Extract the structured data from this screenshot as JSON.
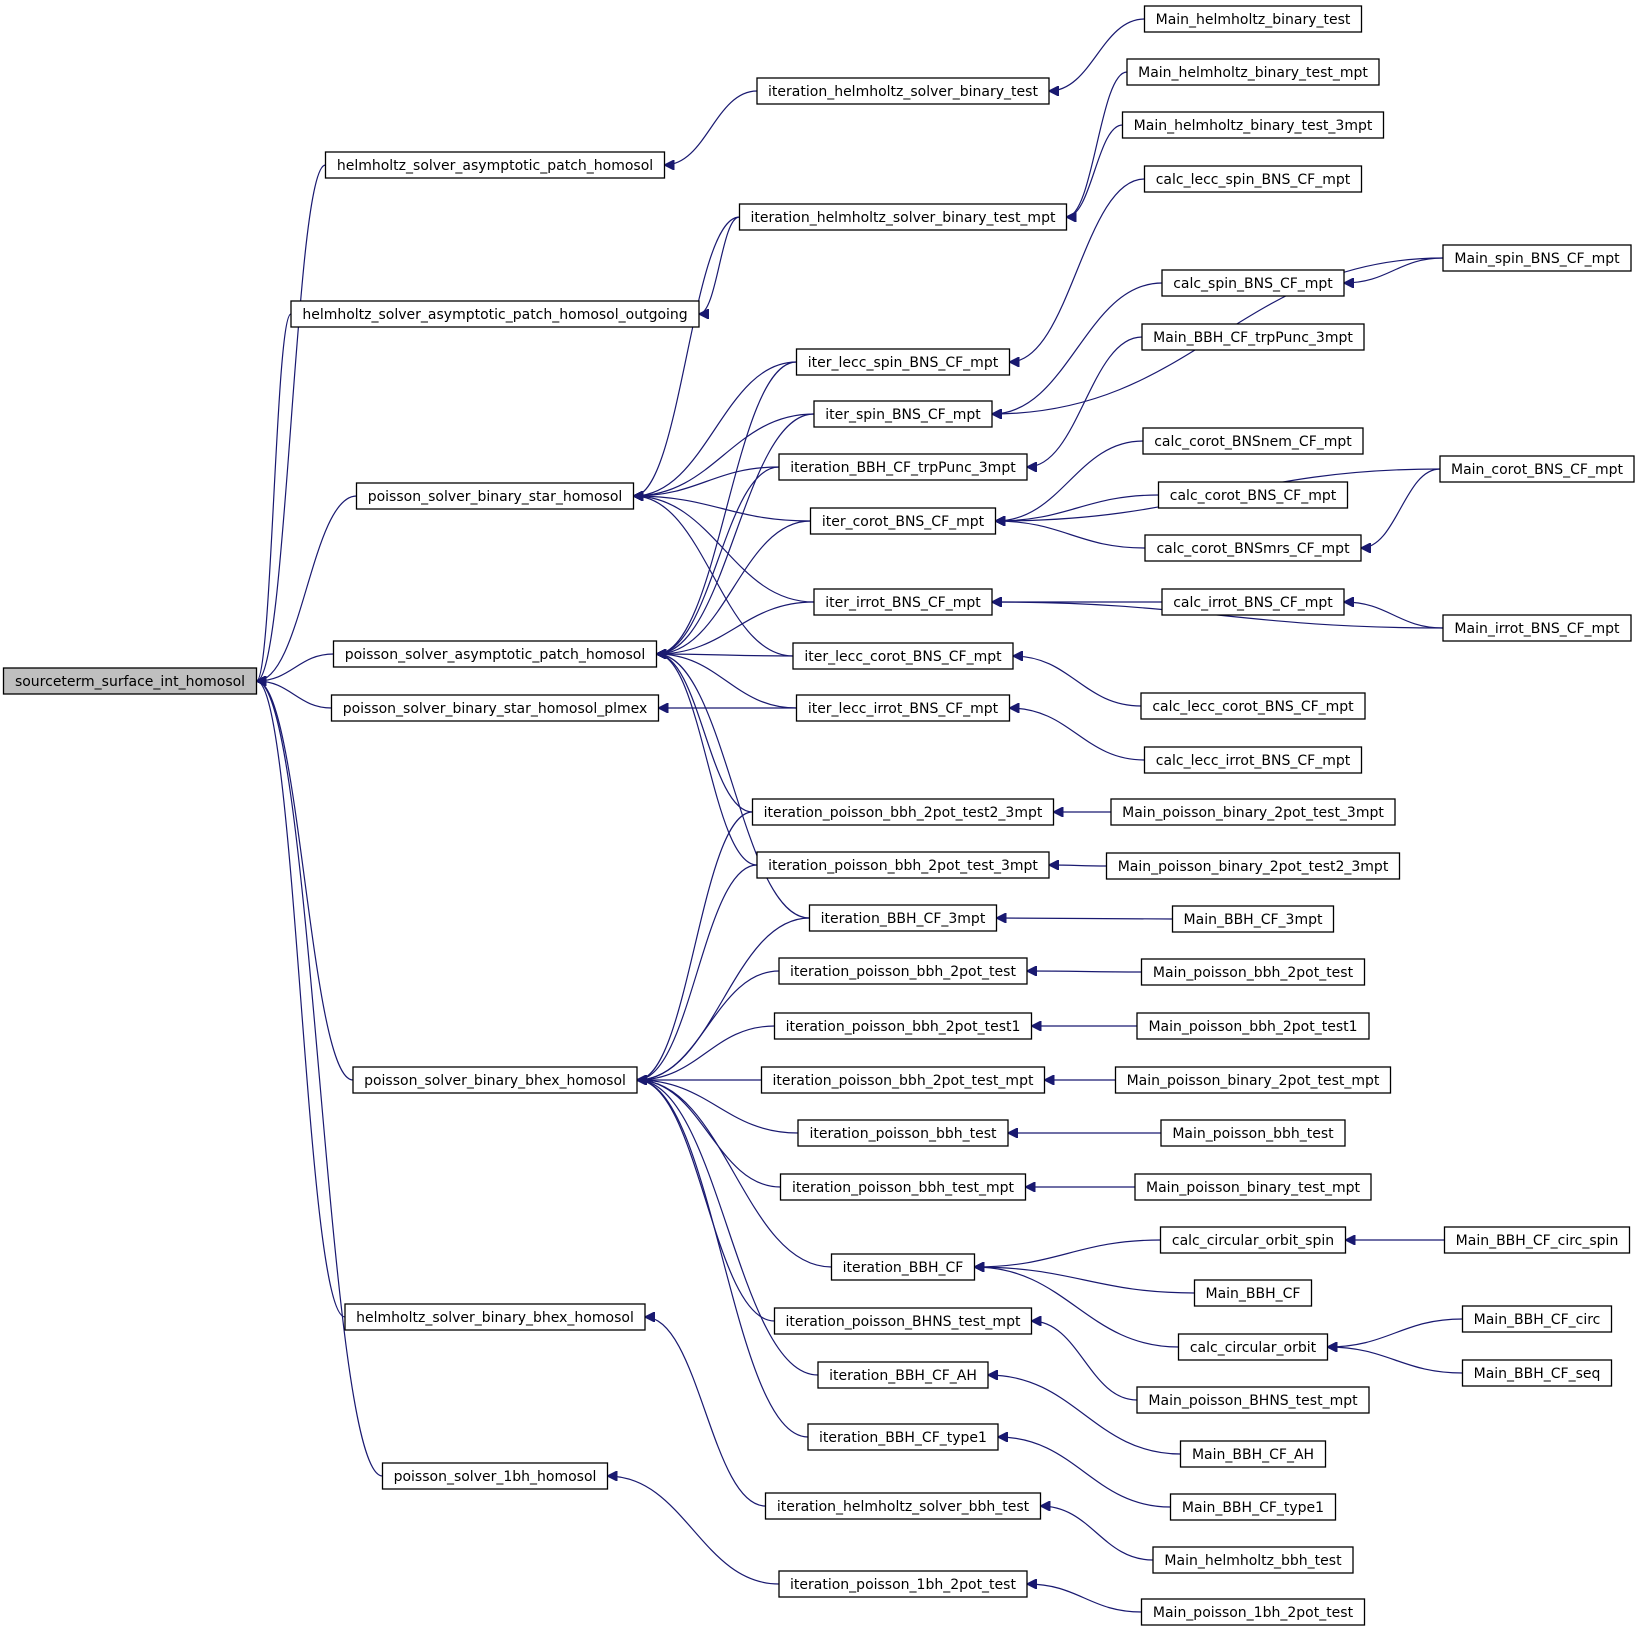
{
  "colors": {
    "edge": "#191970",
    "node_fill": "#ffffff",
    "root_fill": "#bfbfbf",
    "node_border": "#000000"
  },
  "nodes": [
    {
      "id": "root",
      "label": "sourceterm_surface_int_homosol"
    },
    {
      "id": "h_ap",
      "label": "helmholtz_solver_asymptotic_patch_homosol"
    },
    {
      "id": "h_apo",
      "label": "helmholtz_solver_asymptotic_patch_homosol_outgoing"
    },
    {
      "id": "p_bs",
      "label": "poisson_solver_binary_star_homosol"
    },
    {
      "id": "p_ap",
      "label": "poisson_solver_asymptotic_patch_homosol"
    },
    {
      "id": "p_bsp",
      "label": "poisson_solver_binary_star_homosol_plmex"
    },
    {
      "id": "p_bbh",
      "label": "poisson_solver_binary_bhex_homosol"
    },
    {
      "id": "h_bbh",
      "label": "helmholtz_solver_binary_bhex_homosol"
    },
    {
      "id": "p_1bh",
      "label": "poisson_solver_1bh_homosol"
    },
    {
      "id": "it_hsbt",
      "label": "iteration_helmholtz_solver_binary_test"
    },
    {
      "id": "it_hsbtm",
      "label": "iteration_helmholtz_solver_binary_test_mpt"
    },
    {
      "id": "il_spin",
      "label": "iter_lecc_spin_BNS_CF_mpt"
    },
    {
      "id": "i_spin",
      "label": "iter_spin_BNS_CF_mpt"
    },
    {
      "id": "it_bbh3",
      "label": "iteration_BBH_CF_trpPunc_3mpt"
    },
    {
      "id": "i_corot",
      "label": "iter_corot_BNS_CF_mpt"
    },
    {
      "id": "i_irrot",
      "label": "iter_irrot_BNS_CF_mpt"
    },
    {
      "id": "il_corot",
      "label": "iter_lecc_corot_BNS_CF_mpt"
    },
    {
      "id": "il_irrot",
      "label": "iter_lecc_irrot_BNS_CF_mpt"
    },
    {
      "id": "it_pb2t2",
      "label": "iteration_poisson_bbh_2pot_test2_3mpt"
    },
    {
      "id": "it_pb2t3",
      "label": "iteration_poisson_bbh_2pot_test_3mpt"
    },
    {
      "id": "it_bbhcf3",
      "label": "iteration_BBH_CF_3mpt"
    },
    {
      "id": "it_pb2",
      "label": "iteration_poisson_bbh_2pot_test"
    },
    {
      "id": "it_pb21",
      "label": "iteration_poisson_bbh_2pot_test1"
    },
    {
      "id": "it_pb2m",
      "label": "iteration_poisson_bbh_2pot_test_mpt"
    },
    {
      "id": "it_pbt",
      "label": "iteration_poisson_bbh_test"
    },
    {
      "id": "it_pbtm",
      "label": "iteration_poisson_bbh_test_mpt"
    },
    {
      "id": "it_bbhcf",
      "label": "iteration_BBH_CF"
    },
    {
      "id": "it_bhns",
      "label": "iteration_poisson_BHNS_test_mpt"
    },
    {
      "id": "it_ah",
      "label": "iteration_BBH_CF_AH"
    },
    {
      "id": "it_t1",
      "label": "iteration_BBH_CF_type1"
    },
    {
      "id": "it_hbbh",
      "label": "iteration_helmholtz_solver_bbh_test"
    },
    {
      "id": "it_1bh",
      "label": "iteration_poisson_1bh_2pot_test"
    },
    {
      "id": "m_hbt",
      "label": "Main_helmholtz_binary_test"
    },
    {
      "id": "m_hbtm",
      "label": "Main_helmholtz_binary_test_mpt"
    },
    {
      "id": "m_hbt3",
      "label": "Main_helmholtz_binary_test_3mpt"
    },
    {
      "id": "c_lspin",
      "label": "calc_lecc_spin_BNS_CF_mpt"
    },
    {
      "id": "c_spin",
      "label": "calc_spin_BNS_CF_mpt"
    },
    {
      "id": "m_bbhtp",
      "label": "Main_BBH_CF_trpPunc_3mpt"
    },
    {
      "id": "c_corotnem",
      "label": "calc_corot_BNSnem_CF_mpt"
    },
    {
      "id": "c_corot",
      "label": "calc_corot_BNS_CF_mpt"
    },
    {
      "id": "c_corotmrs",
      "label": "calc_corot_BNSmrs_CF_mpt"
    },
    {
      "id": "c_irrot",
      "label": "calc_irrot_BNS_CF_mpt"
    },
    {
      "id": "c_lcorot",
      "label": "calc_lecc_corot_BNS_CF_mpt"
    },
    {
      "id": "c_lirrot",
      "label": "calc_lecc_irrot_BNS_CF_mpt"
    },
    {
      "id": "m_pb2t3",
      "label": "Main_poisson_binary_2pot_test_3mpt"
    },
    {
      "id": "m_pb2t23",
      "label": "Main_poisson_binary_2pot_test2_3mpt"
    },
    {
      "id": "m_bbh3",
      "label": "Main_BBH_CF_3mpt"
    },
    {
      "id": "m_pbb2",
      "label": "Main_poisson_bbh_2pot_test"
    },
    {
      "id": "m_pbb21",
      "label": "Main_poisson_bbh_2pot_test1"
    },
    {
      "id": "m_pb2m",
      "label": "Main_poisson_binary_2pot_test_mpt"
    },
    {
      "id": "m_pbt",
      "label": "Main_poisson_bbh_test"
    },
    {
      "id": "m_pbtm",
      "label": "Main_poisson_binary_test_mpt"
    },
    {
      "id": "c_cos",
      "label": "calc_circular_orbit_spin"
    },
    {
      "id": "m_bbhcf",
      "label": "Main_BBH_CF"
    },
    {
      "id": "c_co",
      "label": "calc_circular_orbit"
    },
    {
      "id": "m_bhns",
      "label": "Main_poisson_BHNS_test_mpt"
    },
    {
      "id": "m_ah",
      "label": "Main_BBH_CF_AH"
    },
    {
      "id": "m_t1",
      "label": "Main_BBH_CF_type1"
    },
    {
      "id": "m_hbbh",
      "label": "Main_helmholtz_bbh_test"
    },
    {
      "id": "m_1bh",
      "label": "Main_poisson_1bh_2pot_test"
    },
    {
      "id": "m_spin",
      "label": "Main_spin_BNS_CF_mpt"
    },
    {
      "id": "m_corot",
      "label": "Main_corot_BNS_CF_mpt"
    },
    {
      "id": "m_irrot",
      "label": "Main_irrot_BNS_CF_mpt"
    },
    {
      "id": "m_circspin",
      "label": "Main_BBH_CF_circ_spin"
    },
    {
      "id": "m_circ",
      "label": "Main_BBH_CF_circ"
    },
    {
      "id": "m_seq",
      "label": "Main_BBH_CF_seq"
    }
  ],
  "edges": [
    [
      "h_ap",
      "root"
    ],
    [
      "h_apo",
      "root"
    ],
    [
      "p_bs",
      "root"
    ],
    [
      "p_ap",
      "root"
    ],
    [
      "p_bsp",
      "root"
    ],
    [
      "p_bbh",
      "root"
    ],
    [
      "h_bbh",
      "root"
    ],
    [
      "p_1bh",
      "root"
    ],
    [
      "it_hsbt",
      "h_ap"
    ],
    [
      "it_hsbtm",
      "h_apo"
    ],
    [
      "m_hbt",
      "it_hsbt"
    ],
    [
      "m_hbtm",
      "it_hsbtm"
    ],
    [
      "m_hbt3",
      "it_hsbtm"
    ],
    [
      "it_hsbtm",
      "p_bs"
    ],
    [
      "il_spin",
      "p_bs"
    ],
    [
      "i_spin",
      "p_bs"
    ],
    [
      "it_bbh3",
      "p_bs"
    ],
    [
      "i_corot",
      "p_bs"
    ],
    [
      "i_irrot",
      "p_bs"
    ],
    [
      "il_corot",
      "p_bs"
    ],
    [
      "il_spin",
      "p_ap"
    ],
    [
      "i_spin",
      "p_ap"
    ],
    [
      "it_bbh3",
      "p_ap"
    ],
    [
      "i_corot",
      "p_ap"
    ],
    [
      "i_irrot",
      "p_ap"
    ],
    [
      "il_corot",
      "p_ap"
    ],
    [
      "il_irrot",
      "p_ap"
    ],
    [
      "it_pb2t2",
      "p_ap"
    ],
    [
      "it_pb2t3",
      "p_ap"
    ],
    [
      "it_bbhcf3",
      "p_ap"
    ],
    [
      "il_irrot",
      "p_bsp"
    ],
    [
      "c_lspin",
      "il_spin"
    ],
    [
      "c_spin",
      "i_spin"
    ],
    [
      "m_spin",
      "i_spin"
    ],
    [
      "m_spin",
      "c_spin"
    ],
    [
      "m_bbhtp",
      "it_bbh3"
    ],
    [
      "c_corotnem",
      "i_corot"
    ],
    [
      "c_corot",
      "i_corot"
    ],
    [
      "c_corotmrs",
      "i_corot"
    ],
    [
      "m_corot",
      "i_corot"
    ],
    [
      "m_corot",
      "c_corotmrs"
    ],
    [
      "c_irrot",
      "i_irrot"
    ],
    [
      "m_irrot",
      "i_irrot"
    ],
    [
      "m_irrot",
      "c_irrot"
    ],
    [
      "c_lcorot",
      "il_corot"
    ],
    [
      "c_lirrot",
      "il_irrot"
    ],
    [
      "m_pb2t3",
      "it_pb2t2"
    ],
    [
      "m_pb2t23",
      "it_pb2t3"
    ],
    [
      "m_bbh3",
      "it_bbhcf3"
    ],
    [
      "it_pb2t2",
      "p_bbh"
    ],
    [
      "it_pb2t3",
      "p_bbh"
    ],
    [
      "it_bbhcf3",
      "p_bbh"
    ],
    [
      "it_pb2",
      "p_bbh"
    ],
    [
      "it_pb21",
      "p_bbh"
    ],
    [
      "it_pb2m",
      "p_bbh"
    ],
    [
      "it_pbt",
      "p_bbh"
    ],
    [
      "it_pbtm",
      "p_bbh"
    ],
    [
      "it_bbhcf",
      "p_bbh"
    ],
    [
      "it_bhns",
      "p_bbh"
    ],
    [
      "it_ah",
      "p_bbh"
    ],
    [
      "it_t1",
      "p_bbh"
    ],
    [
      "m_pbb2",
      "it_pb2"
    ],
    [
      "m_pbb21",
      "it_pb21"
    ],
    [
      "m_pb2m",
      "it_pb2m"
    ],
    [
      "m_pbt",
      "it_pbt"
    ],
    [
      "m_pbtm",
      "it_pbtm"
    ],
    [
      "c_cos",
      "it_bbhcf"
    ],
    [
      "m_bbhcf",
      "it_bbhcf"
    ],
    [
      "c_co",
      "it_bbhcf"
    ],
    [
      "m_circspin",
      "c_cos"
    ],
    [
      "m_circ",
      "c_co"
    ],
    [
      "m_seq",
      "c_co"
    ],
    [
      "m_bhns",
      "it_bhns"
    ],
    [
      "m_ah",
      "it_ah"
    ],
    [
      "m_t1",
      "it_t1"
    ],
    [
      "it_hbbh",
      "h_bbh"
    ],
    [
      "m_hbbh",
      "it_hbbh"
    ],
    [
      "it_1bh",
      "p_1bh"
    ],
    [
      "m_1bh",
      "it_1bh"
    ]
  ]
}
